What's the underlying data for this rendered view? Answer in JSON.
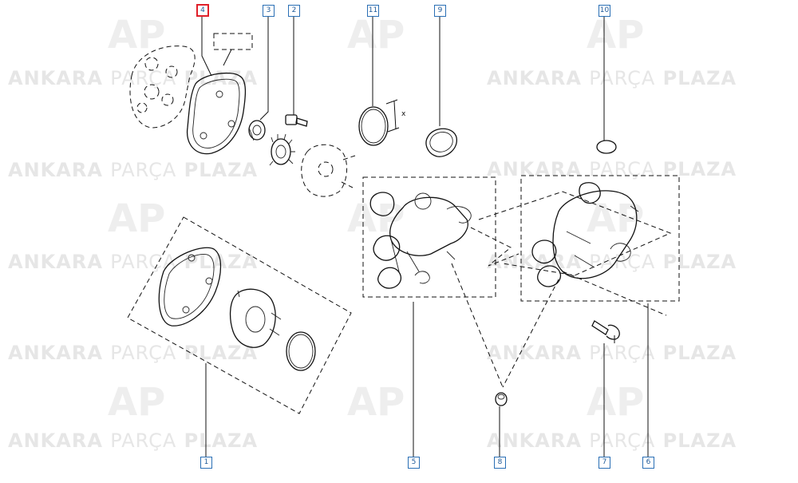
{
  "watermark": {
    "word_bold_1": "ANKARA",
    "word_thin": "PARÇA",
    "word_bold_2": "PLAZA",
    "logo_letters": "AP"
  },
  "callouts": {
    "c1": "1",
    "c2": "2",
    "c3": "3",
    "c4": "4",
    "c5": "5",
    "c6": "6",
    "c7": "7",
    "c8": "8",
    "c9": "9",
    "c10": "10",
    "c11": "11"
  },
  "dimension_mark": "x",
  "colors": {
    "callout_border": "#2a6fb5",
    "active_border": "#e0202a",
    "line": "#111111",
    "watermark": "#e6e6e6"
  }
}
